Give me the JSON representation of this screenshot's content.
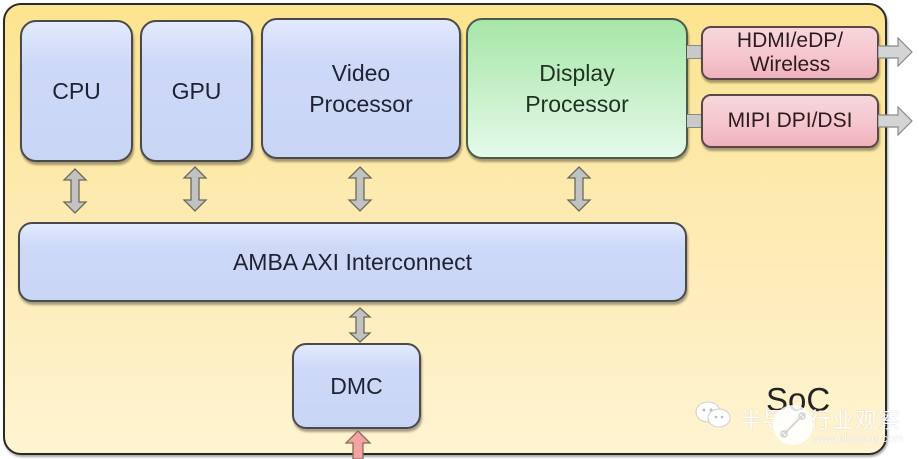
{
  "diagram": {
    "container_label": "SoC",
    "blocks": {
      "cpu": "CPU",
      "gpu": "GPU",
      "video_line1": "Video",
      "video_line2": "Processor",
      "display_line1": "Display",
      "display_line2": "Processor",
      "interconnect": "AMBA AXI Interconnect",
      "dmc": "DMC"
    },
    "outputs": {
      "hdmi_line1": "HDMI/eDP/",
      "hdmi_line2": "Wireless",
      "mipi": "MIPI DPI/DSI"
    },
    "connections": [
      {
        "from": "CPU",
        "to": "AMBA AXI Interconnect",
        "type": "bidirectional"
      },
      {
        "from": "GPU",
        "to": "AMBA AXI Interconnect",
        "type": "bidirectional"
      },
      {
        "from": "Video Processor",
        "to": "AMBA AXI Interconnect",
        "type": "bidirectional"
      },
      {
        "from": "Display Processor",
        "to": "AMBA AXI Interconnect",
        "type": "bidirectional"
      },
      {
        "from": "AMBA AXI Interconnect",
        "to": "DMC",
        "type": "bidirectional"
      },
      {
        "from": "Display Processor",
        "to": "HDMI/eDP/Wireless",
        "type": "link"
      },
      {
        "from": "Display Processor",
        "to": "MIPI DPI/DSI",
        "type": "link"
      },
      {
        "from": "HDMI/eDP/Wireless",
        "to": "external",
        "type": "output"
      },
      {
        "from": "MIPI DPI/DSI",
        "to": "external",
        "type": "output"
      },
      {
        "from": "external",
        "to": "DMC",
        "type": "input"
      }
    ],
    "colors": {
      "soc_fill": "#fce48f",
      "block_fill": "#cdd9f7",
      "display_fill": "#c6f0c8",
      "output_fill": "#f5c6ce",
      "arrow_gray": "#bfbfbf",
      "arrow_red": "#f4a0a0"
    }
  },
  "watermark": {
    "text": "半导体行业观察",
    "url": "www.elecfans.com"
  }
}
